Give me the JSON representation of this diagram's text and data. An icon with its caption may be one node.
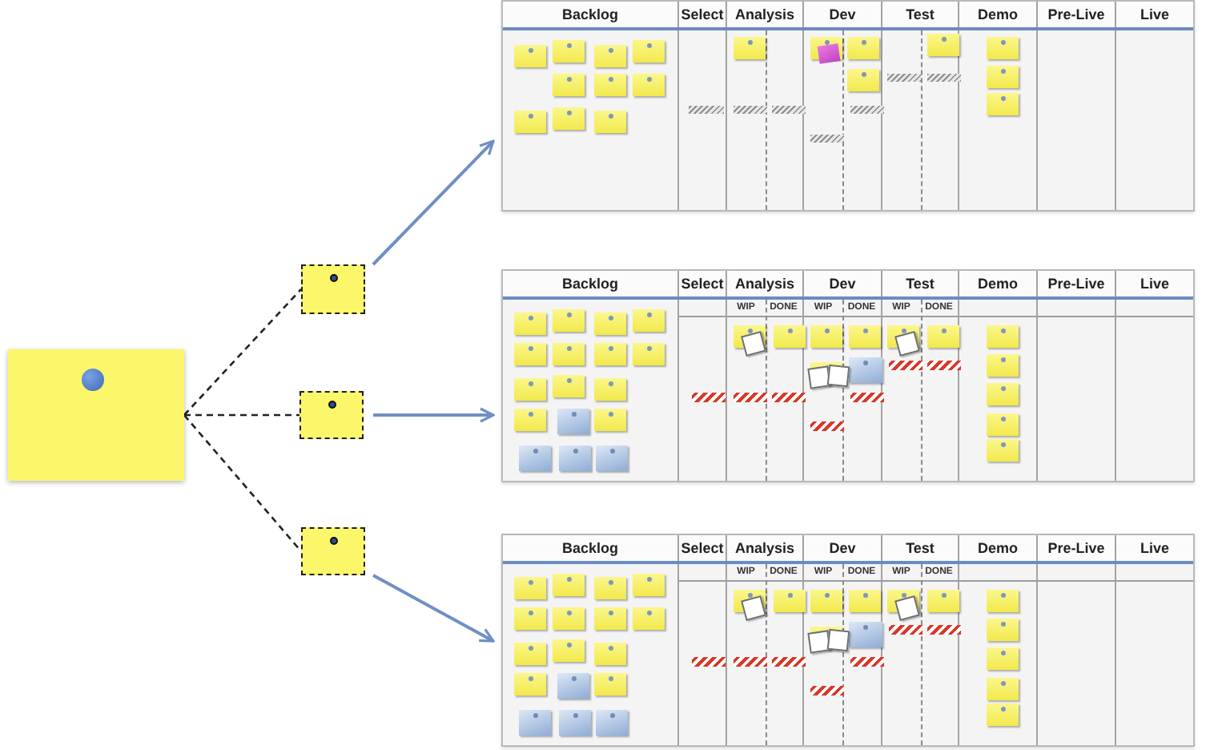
{
  "diagram": {
    "nodes": [
      {
        "text": [],
        "shape": "box"
      },
      {
        "text": [],
        "shape": "box"
      },
      {
        "text": [],
        "shape": "box"
      },
      {
        "text": [],
        "shape": "box"
      },
      {
        "text": [
          "Backlog",
          "Select",
          "Analysis",
          "Dev",
          "Test",
          "Demo",
          "Pre-Live",
          "Live"
        ]
      },
      {
        "text": [
          "Backlog",
          "Select",
          "Analysis",
          "Dev",
          "Test",
          "Demo",
          "Pre-Live",
          "Live",
          "WIP",
          "DONE",
          "WIP",
          "DONE",
          "WIP",
          "DONE"
        ]
      },
      {
        "text": [
          "Backlog",
          "Select",
          "Analysis",
          "Dev",
          "Test",
          "Demo",
          "Pre-Live",
          "Live",
          "WIP",
          "DONE",
          "WIP",
          "DONE",
          "WIP",
          "DONE"
        ]
      }
    ],
    "edges": [
      {
        "from": 0,
        "to": 1,
        "arrow": "none",
        "style": "dashed"
      },
      {
        "from": 0,
        "to": 2,
        "arrow": "none",
        "style": "dashed"
      },
      {
        "from": 0,
        "to": 3,
        "arrow": "none",
        "style": "dashed"
      },
      {
        "from": 1,
        "to": 4,
        "arrow": "to",
        "color": "#6f8fc4"
      },
      {
        "from": 2,
        "to": 5,
        "arrow": "to",
        "color": "#6f8fc4"
      },
      {
        "from": 3,
        "to": 6,
        "arrow": "to",
        "color": "#6f8fc4"
      }
    ]
  }
}
